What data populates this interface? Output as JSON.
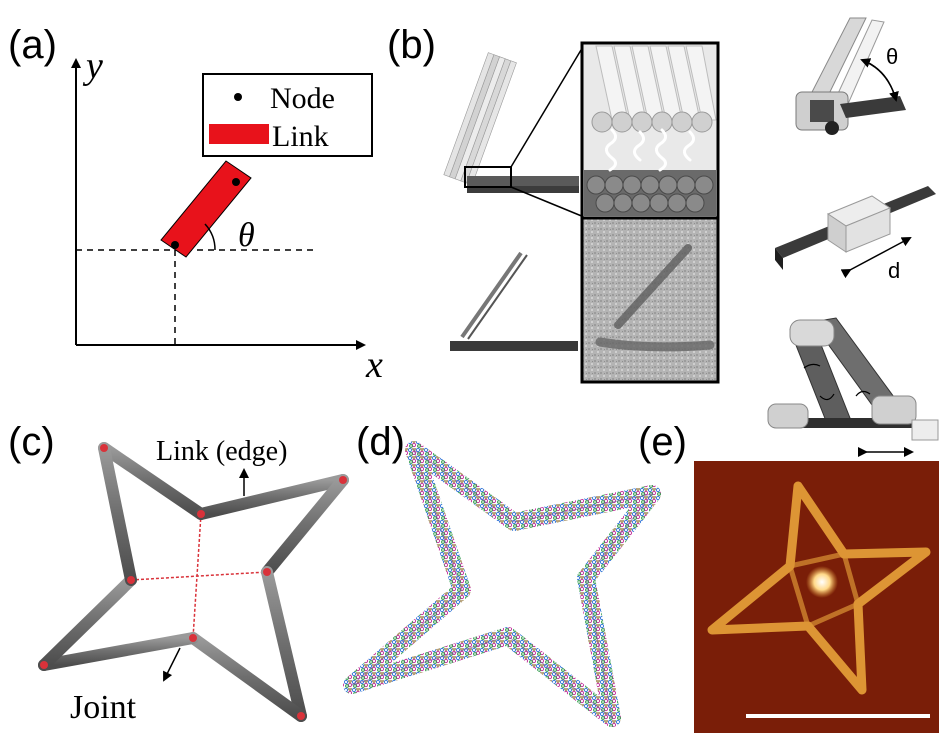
{
  "panels": {
    "a": {
      "label": "(a)",
      "axis_x": "x",
      "axis_y": "y",
      "angle": "θ",
      "legend": {
        "node": "Node",
        "link": "Link"
      },
      "link_color": "#e8121b"
    },
    "b": {
      "label": "(b)",
      "angle_label": "θ",
      "distance_label": "d"
    },
    "c": {
      "label": "(c)",
      "link_label": "Link (edge)",
      "joint_label": "Joint",
      "node_color": "#d9323a",
      "bar_color": "#7a7a7a"
    },
    "d": {
      "label": "(d)"
    },
    "e": {
      "label": "(e)",
      "bg_color": "#7a1e08",
      "structure_color": "#e8a23a"
    }
  }
}
